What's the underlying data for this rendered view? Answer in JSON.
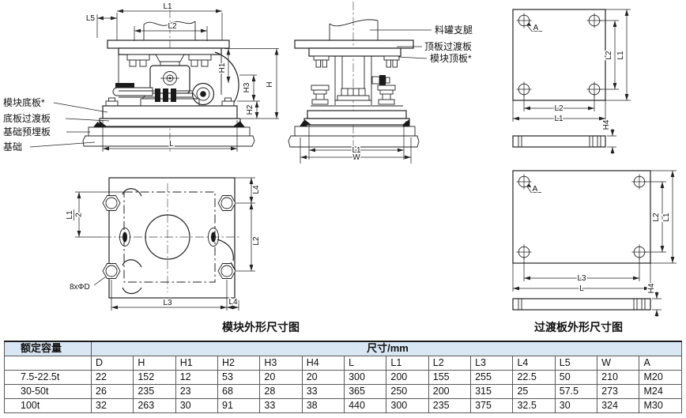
{
  "colors": {
    "table_header_bg": "#d9e7f4",
    "line": "#222222",
    "text": "#111111"
  },
  "captions": {
    "module": "模块外形尺寸图",
    "plate": "过渡板外形尺寸图"
  },
  "callouts": {
    "left": [
      "模块底板*",
      "底板过渡板",
      "基础预埋板",
      "基础"
    ],
    "right": [
      "料罐支腿",
      "顶板过渡板",
      "模块顶板*"
    ],
    "bolt": "8xΦD",
    "hole": "A"
  },
  "dims": {
    "L": "L",
    "L1": "L1",
    "L2": "L2",
    "L3": "L3",
    "L4": "L4",
    "L5": "L5",
    "H": "H",
    "H1": "H1",
    "H2": "H2",
    "H3": "H3",
    "H4": "H4",
    "W": "W",
    "half_num": "L1",
    "half_den": "2"
  },
  "table": {
    "capacity_header": "额定容量",
    "dim_header": "尺寸/mm",
    "columns": [
      "D",
      "H",
      "H1",
      "H2",
      "H3",
      "H4",
      "L",
      "L1",
      "L2",
      "L3",
      "L4",
      "L5",
      "W",
      "A"
    ],
    "rows": [
      {
        "capacity": "7.5-22.5t",
        "values": [
          "22",
          "152",
          "12",
          "53",
          "20",
          "20",
          "300",
          "200",
          "155",
          "255",
          "22.5",
          "50",
          "210",
          "M20"
        ]
      },
      {
        "capacity": "30-50t",
        "values": [
          "26",
          "235",
          "23",
          "68",
          "28",
          "33",
          "365",
          "250",
          "200",
          "315",
          "25",
          "57.5",
          "273",
          "M24"
        ]
      },
      {
        "capacity": "100t",
        "values": [
          "32",
          "263",
          "30",
          "91",
          "33",
          "38",
          "440",
          "300",
          "235",
          "375",
          "32.5",
          "30",
          "324",
          "M30"
        ]
      }
    ]
  }
}
